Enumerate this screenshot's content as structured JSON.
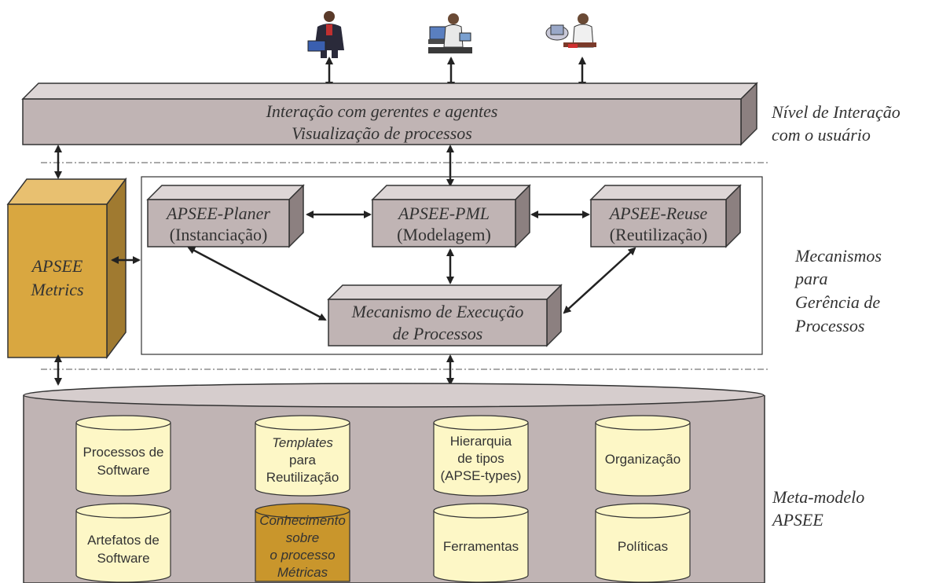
{
  "interaction_bar": {
    "line1": "Interação com gerentes e agentes",
    "line2": "Visualização de processos"
  },
  "apsee_metrics": {
    "line1": "APSEE",
    "line2": "Metrics"
  },
  "modules": {
    "planer": {
      "title": "APSEE-Planer",
      "subtitle": "(Instanciação)"
    },
    "pml": {
      "title": "APSEE-PML",
      "subtitle": "(Modelagem)"
    },
    "reuse": {
      "title": "APSEE-Reuse",
      "subtitle": "(Reutilização)"
    },
    "exec": {
      "line1": "Mecanismo de Execução",
      "line2": "de Processos"
    }
  },
  "level_labels": {
    "interaction": {
      "line1": "Nível de Interação",
      "line2": "com o usuário"
    },
    "mechanisms": {
      "line1": "Mecanismos",
      "line2": "para",
      "line3": "Gerência de",
      "line4": "Processos"
    },
    "metamodel": {
      "line1": "Meta-modelo",
      "line2": "APSEE"
    }
  },
  "repositories": {
    "processos": {
      "line1": "Processos de",
      "line2": "Software"
    },
    "templates": {
      "line1": "Templates",
      "line2": "para",
      "line3": "Reutilização"
    },
    "hierarquia": {
      "line1": "Hierarquia",
      "line2": "de tipos",
      "line3": "(APSE-types)"
    },
    "organizacao": {
      "line1": "Organização"
    },
    "artefatos": {
      "line1": "Artefatos de",
      "line2": "Software"
    },
    "conhecimento": {
      "line1": "Conhecimento",
      "line2": "sobre",
      "line3": "o processo",
      "line4": "Métricas"
    },
    "ferramentas": {
      "line1": "Ferramentas"
    },
    "politicas": {
      "line1": "Políticas"
    }
  },
  "icons": [
    "manager-person-icon",
    "agent-at-computer-icon",
    "agent-at-desk-icon"
  ],
  "colors": {
    "box_fill": "#c0b4b4",
    "metrics_fill": "#d9a740",
    "cylinder_fill": "#fdf7c6",
    "highlight_cylinder_fill": "#c9962c"
  }
}
